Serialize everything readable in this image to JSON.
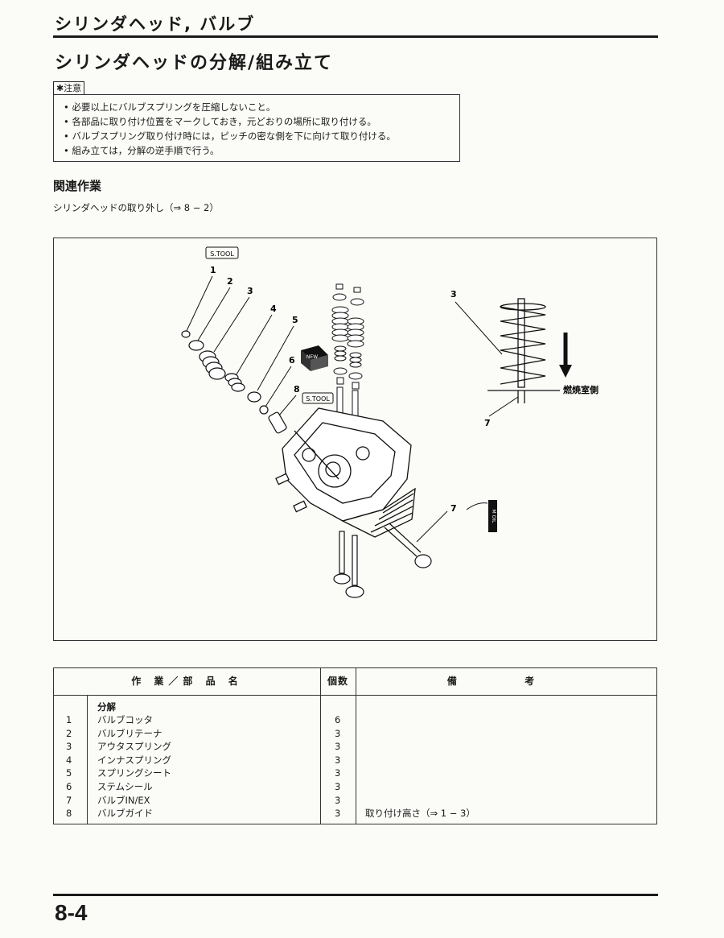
{
  "header": {
    "title": "シリンダヘッド, バルブ",
    "page_number": "8-4"
  },
  "section": {
    "title": "シリンダヘッドの分解/組み立て"
  },
  "caution": {
    "label": "注意",
    "items": [
      "• 必要以上にバルブスプリングを圧縮しないこと。",
      "• 各部品に取り付け位置をマークしておき，元どおりの場所に取り付ける。",
      "• バルブスプリング取り付け時には，ピッチの密な側を下に向けて取り付ける。",
      "• 組み立ては，分解の逆手順で行う。"
    ]
  },
  "related": {
    "heading": "関連作業",
    "text": "シリンダヘッドの取り外し（⇒ 8 − 2）"
  },
  "diagram": {
    "callouts": [
      "1",
      "2",
      "3",
      "4",
      "5",
      "6",
      "8",
      "3",
      "7",
      "7"
    ],
    "tool_label": "S.TOOL",
    "new_label": "NEW",
    "combustion_side_label": "燃焼室側",
    "oil_label": "M OIL"
  },
  "table": {
    "header_name": "作 業／部 品 名",
    "header_qty": "個数",
    "header_remarks": "備 考",
    "group_label": "分解",
    "rows": [
      {
        "no": "1",
        "name": "バルブコッタ",
        "qty": "6",
        "remark": ""
      },
      {
        "no": "2",
        "name": "バルブリテーナ",
        "qty": "3",
        "remark": ""
      },
      {
        "no": "3",
        "name": "アウタスプリング",
        "qty": "3",
        "remark": ""
      },
      {
        "no": "4",
        "name": "インナスプリング",
        "qty": "3",
        "remark": ""
      },
      {
        "no": "5",
        "name": "スプリングシート",
        "qty": "3",
        "remark": ""
      },
      {
        "no": "6",
        "name": "ステムシール",
        "qty": "3",
        "remark": ""
      },
      {
        "no": "7",
        "name": "バルブIN/EX",
        "qty": "3",
        "remark": ""
      },
      {
        "no": "8",
        "name": "バルブガイド",
        "qty": "3",
        "remark": "取り付け高さ（⇒ 1 − 3）"
      }
    ]
  }
}
